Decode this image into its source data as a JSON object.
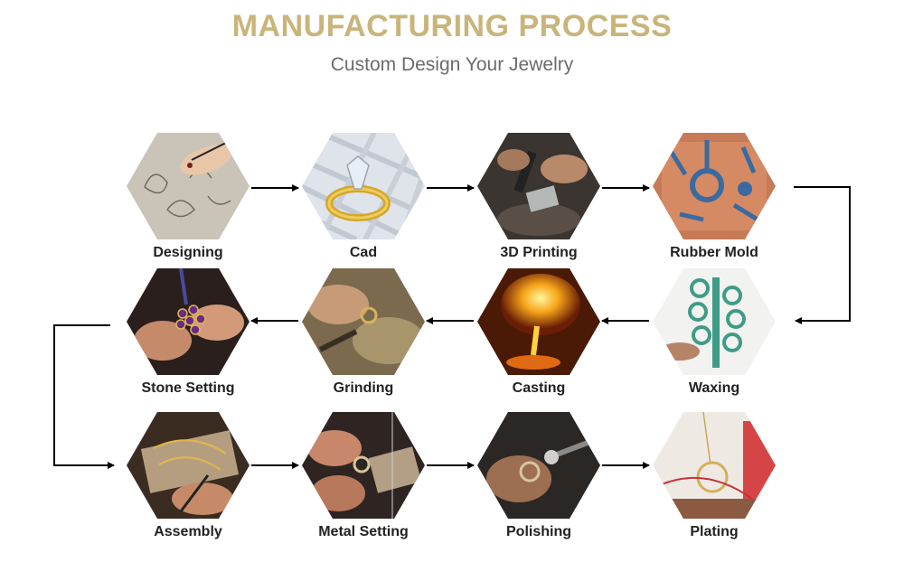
{
  "header": {
    "title": "MANUFACTURING PROCESS",
    "subtitle": "Custom Design Your Jewelry"
  },
  "steps": [
    {
      "label": "Designing",
      "icon": "sketch-hand-icon"
    },
    {
      "label": "Cad",
      "icon": "ring-render-icon"
    },
    {
      "label": "3D Printing",
      "icon": "3d-printer-icon"
    },
    {
      "label": "Rubber Mold",
      "icon": "rubber-mold-icon"
    },
    {
      "label": "Waxing",
      "icon": "wax-tree-icon"
    },
    {
      "label": "Casting",
      "icon": "molten-metal-icon"
    },
    {
      "label": "Grinding",
      "icon": "grinding-icon"
    },
    {
      "label": "Stone Setting",
      "icon": "gemstone-icon"
    },
    {
      "label": "Assembly",
      "icon": "assembly-icon"
    },
    {
      "label": "Metal Setting",
      "icon": "tweezers-icon"
    },
    {
      "label": "Polishing",
      "icon": "polishing-wheel-icon"
    },
    {
      "label": "Plating",
      "icon": "pendant-icon"
    }
  ],
  "colors": {
    "title": "#c9b47a",
    "subtitle": "#6b6b6b",
    "arrow": "#000000"
  }
}
